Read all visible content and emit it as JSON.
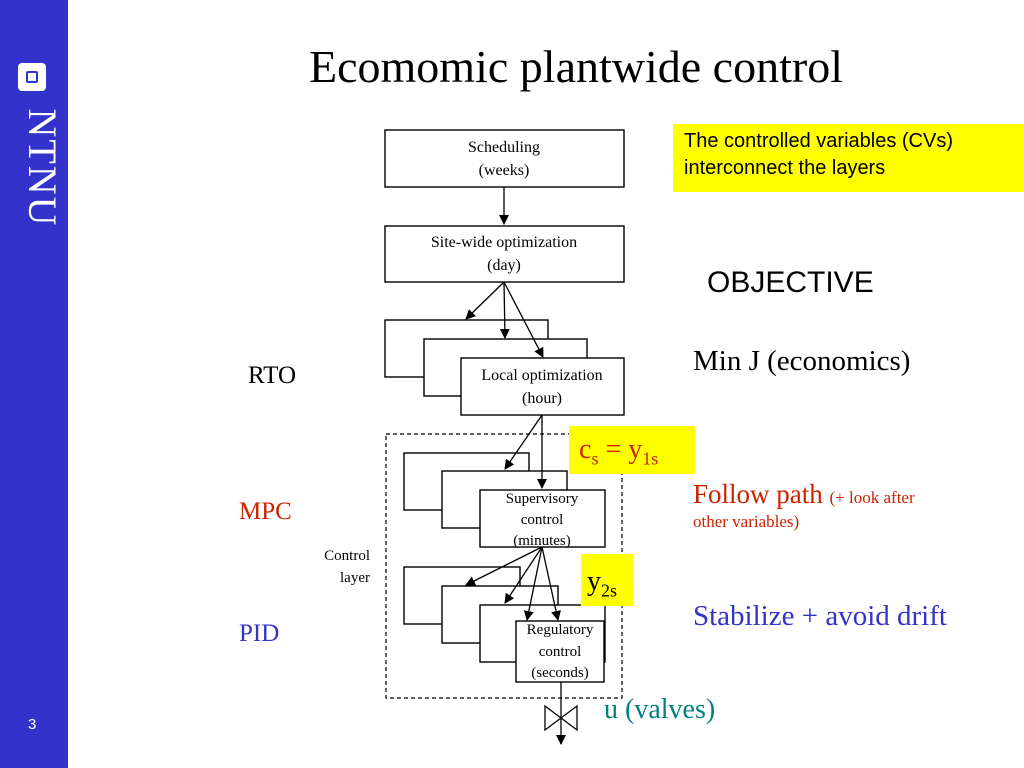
{
  "sidebar": {
    "logo": "NTNU",
    "page_number": "3"
  },
  "title": "Ecomomic plantwide control",
  "note": {
    "line1": "The controlled variables (CVs)",
    "line2": "interconnect the layers"
  },
  "objective": "OBJECTIVE",
  "layers": {
    "rto": "RTO",
    "mpc": "MPC",
    "pid": "PID"
  },
  "goals": {
    "min_j": "Min J (economics)",
    "follow_path": "Follow path",
    "follow_path_note_a": "(+ look after",
    "follow_path_note_b": "other variables)",
    "stabilize": "Stabilize + avoid drift"
  },
  "setpoints": {
    "cs_base": "c",
    "cs_sub": "s",
    "cs_eq": " = y",
    "cs_sub2": "1s",
    "y2s_base": "y",
    "y2s_sub": "2s"
  },
  "valves": "u (valves)",
  "diagram": {
    "scheduling": [
      "Scheduling",
      "(weeks)"
    ],
    "sitewide": [
      "Site-wide optimization",
      "(day)"
    ],
    "local": [
      "Local optimization",
      "(hour)"
    ],
    "supervisory": [
      "Supervisory",
      "control",
      "(minutes)"
    ],
    "regulatory": [
      "Regulatory",
      "control",
      "(seconds)"
    ],
    "control_layer": [
      "Control",
      "layer"
    ]
  }
}
